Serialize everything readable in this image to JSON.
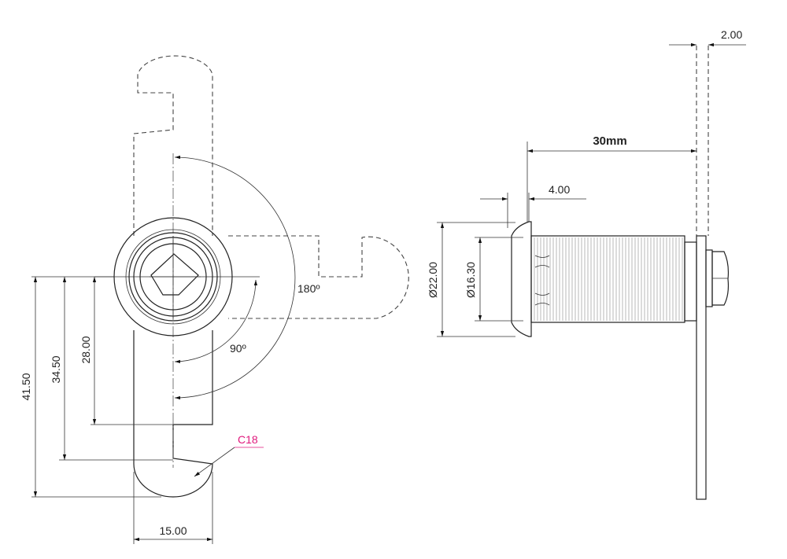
{
  "drawing": {
    "front_view": {
      "dim_overall_length": "41.50",
      "dim_mid_length": "34.50",
      "dim_notch_length": "28.00",
      "dim_width": "15.00",
      "angle_large": "180º",
      "angle_small": "90º",
      "cam_callout": "C18"
    },
    "side_view": {
      "dim_outer_diameter": "Ø22.00",
      "dim_thread_diameter": "Ø16.30",
      "dim_flange_thickness": "4.00",
      "dim_body_length": "30mm",
      "dim_cam_thickness": "2.00"
    },
    "colors": {
      "line": "#222222",
      "callout": "#e0187c"
    }
  }
}
